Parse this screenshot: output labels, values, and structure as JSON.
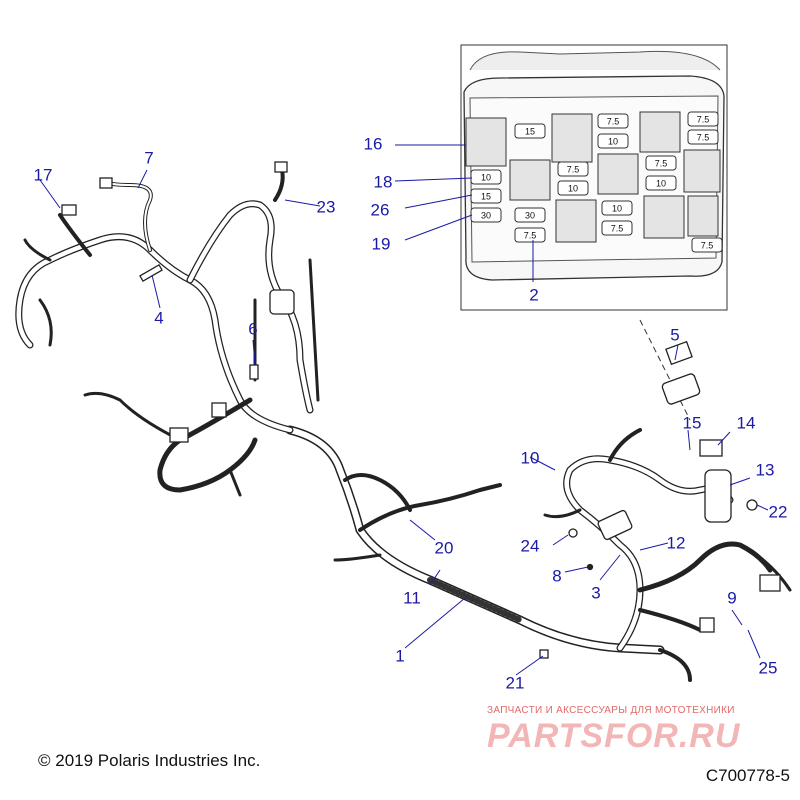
{
  "callouts": [
    {
      "id": "1",
      "label": "1"
    },
    {
      "id": "2",
      "label": "2"
    },
    {
      "id": "3",
      "label": "3"
    },
    {
      "id": "4",
      "label": "4"
    },
    {
      "id": "5",
      "label": "5"
    },
    {
      "id": "6",
      "label": "6"
    },
    {
      "id": "7",
      "label": "7"
    },
    {
      "id": "8",
      "label": "8"
    },
    {
      "id": "9",
      "label": "9"
    },
    {
      "id": "10",
      "label": "10"
    },
    {
      "id": "11",
      "label": "11"
    },
    {
      "id": "12",
      "label": "12"
    },
    {
      "id": "13",
      "label": "13"
    },
    {
      "id": "14",
      "label": "14"
    },
    {
      "id": "15",
      "label": "15"
    },
    {
      "id": "16",
      "label": "16"
    },
    {
      "id": "17",
      "label": "17"
    },
    {
      "id": "18",
      "label": "18"
    },
    {
      "id": "19",
      "label": "19"
    },
    {
      "id": "20",
      "label": "20"
    },
    {
      "id": "21",
      "label": "21"
    },
    {
      "id": "22",
      "label": "22"
    },
    {
      "id": "23",
      "label": "23"
    },
    {
      "id": "24",
      "label": "24"
    },
    {
      "id": "25",
      "label": "25"
    },
    {
      "id": "26",
      "label": "26"
    }
  ],
  "fuse_ratings": [
    "15",
    "10",
    "15",
    "30",
    "30",
    "7.5",
    "7.5",
    "10",
    "7.5",
    "10",
    "10",
    "7.5",
    "7.5",
    "10",
    "7.5",
    "7.5",
    "7.5"
  ],
  "footer": {
    "copyright": "© 2019 Polaris Industries Inc.",
    "drawing_id": "C700778-5"
  },
  "watermark": {
    "tagline": "ЗАПЧАСТИ И АКСЕССУАРЫ ДЛЯ МОТОТЕХНИКИ",
    "brand": "PARTSFOR.RU"
  },
  "colors": {
    "callout": "#1a1aa6",
    "line": "#222222",
    "watermark": "#e06a6a"
  }
}
